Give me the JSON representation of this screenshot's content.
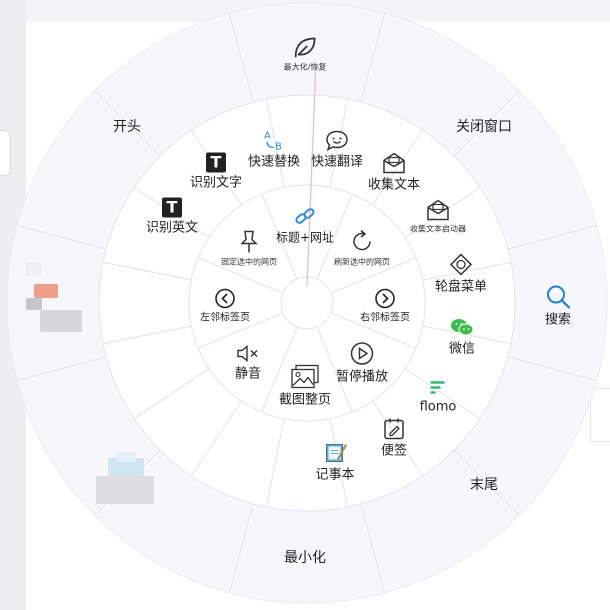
{
  "outer": {
    "maximize": "最大化/恢复",
    "start": "开头",
    "close_window": "关闭窗口",
    "search": "搜索",
    "end": "末尾",
    "minimize": "最小化"
  },
  "middle": {
    "quick_replace": "快速替换",
    "quick_translate": "快速翻译",
    "collect_text": "收集文本",
    "collect_text_launcher": "收集文本启动器",
    "wheel_menu": "轮盘菜单",
    "wechat": "微信",
    "flomo": "flomo",
    "notes": "便签",
    "notepad": "记事本",
    "recognize_text": "识别文字",
    "recognize_english": "识别英文"
  },
  "inner": {
    "title_url": "标题+网址",
    "refresh_selected": "刷新选中的网页",
    "pin_selected": "固定选中的网页",
    "left_tab": "左邻标签页",
    "right_tab": "右邻标签页",
    "mute": "静音",
    "pause_play": "暂停播放",
    "screenshot_page": "截图整页"
  },
  "icon_glyphs": {
    "translate_letters": "A B",
    "text_box": "T"
  },
  "colors": {
    "wheel_bg": "#f7f6fc",
    "divider": "#e3e2ec",
    "search_blue": "#1a7fe0",
    "wechat_green": "#3bbf4b",
    "translate_blue": "#2a8be8",
    "accent_line": "#f3b8b8"
  }
}
